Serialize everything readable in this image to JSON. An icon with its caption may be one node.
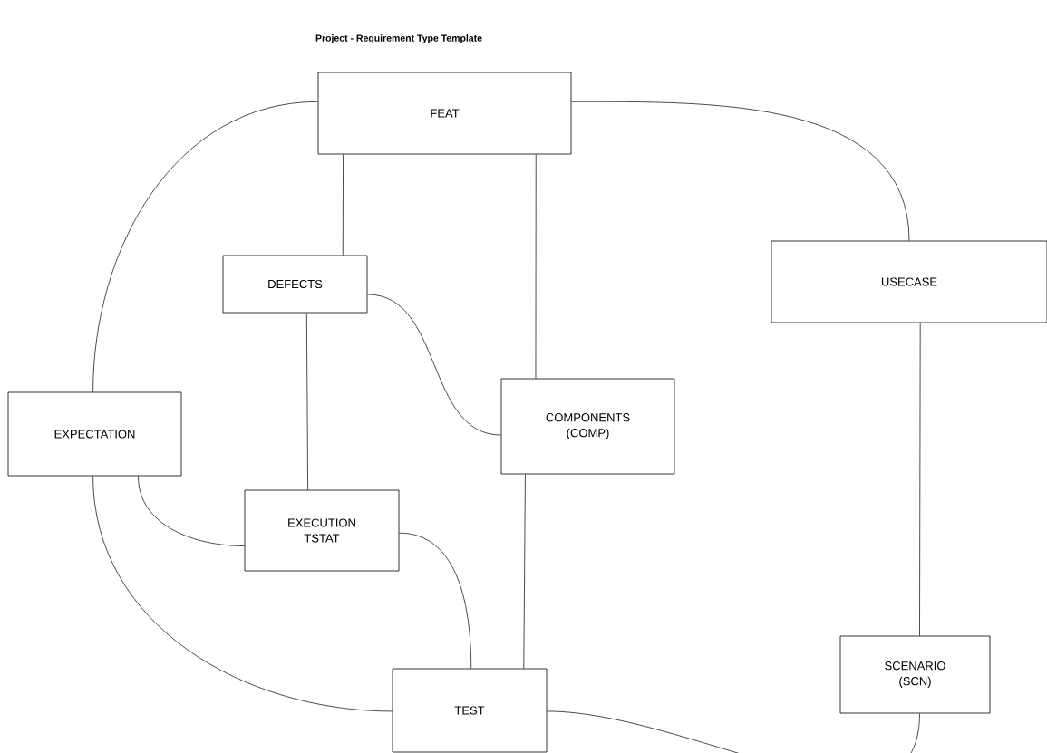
{
  "diagram": {
    "title": "Project - Requirement Type Template",
    "nodes": [
      {
        "text": [
          "FEAT"
        ]
      },
      {
        "text": [
          "DEFECTS"
        ]
      },
      {
        "text": [
          "USECASE"
        ]
      },
      {
        "text": [
          "EXPECTATION"
        ]
      },
      {
        "text": [
          "COMPONENTS (COMP)"
        ]
      },
      {
        "text": [
          "EXECUTION TSTAT"
        ]
      },
      {
        "text": [
          "SCENARIO (SCN)"
        ]
      },
      {
        "text": [
          "TEST"
        ]
      }
    ],
    "edges": [
      {
        "from": 0,
        "to": 3,
        "arrow": "none"
      },
      {
        "from": 0,
        "to": 2,
        "arrow": "none"
      },
      {
        "from": 0,
        "to": 1,
        "arrow": "none"
      },
      {
        "from": 0,
        "to": 4,
        "arrow": "none"
      },
      {
        "from": 1,
        "to": 4,
        "arrow": "none"
      },
      {
        "from": 1,
        "to": 5,
        "arrow": "none"
      },
      {
        "from": 2,
        "to": 6,
        "arrow": "none"
      },
      {
        "from": 3,
        "to": 5,
        "arrow": "none"
      },
      {
        "from": 3,
        "to": 7,
        "arrow": "none"
      },
      {
        "from": 5,
        "to": 7,
        "arrow": "none"
      },
      {
        "from": 4,
        "to": 7,
        "arrow": "none"
      },
      {
        "from": 7,
        "to": 6,
        "arrow": "none"
      }
    ]
  }
}
